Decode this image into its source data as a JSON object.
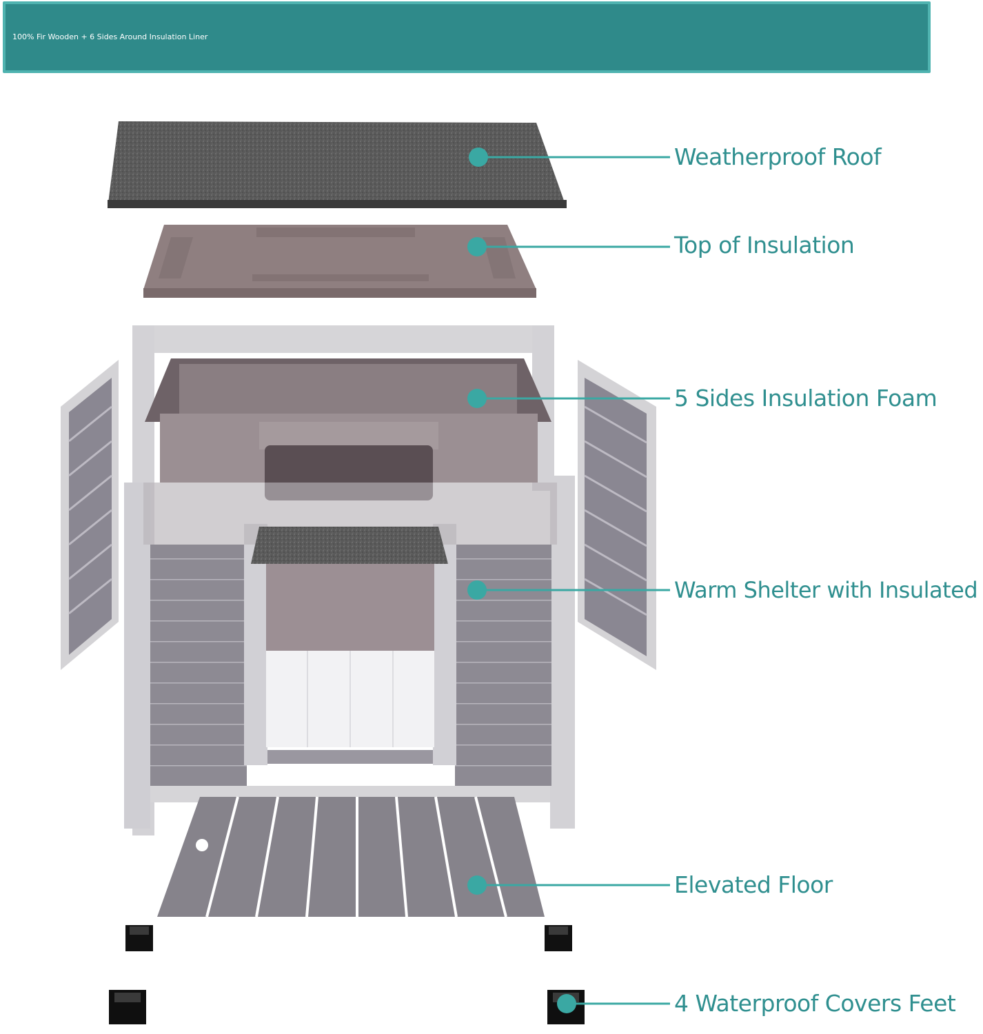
{
  "banner": {
    "title": "100% Fir Wooden + 6 Sides Around Insulation Liner"
  },
  "callouts": [
    {
      "id": "roof",
      "label": "Weatherproof Roof"
    },
    {
      "id": "top-insulation",
      "label": "Top of Insulation"
    },
    {
      "id": "foam",
      "label": "5 Sides Insulation Foam"
    },
    {
      "id": "shelter",
      "label": "Warm Shelter with Insulated"
    },
    {
      "id": "floor",
      "label": "Elevated Floor"
    },
    {
      "id": "feet",
      "label": "4 Waterproof Covers Feet"
    }
  ],
  "colors": {
    "accent": "#3aa8a3",
    "banner_bg": "#2f8a8a",
    "label_text": "#2f8f8f"
  }
}
